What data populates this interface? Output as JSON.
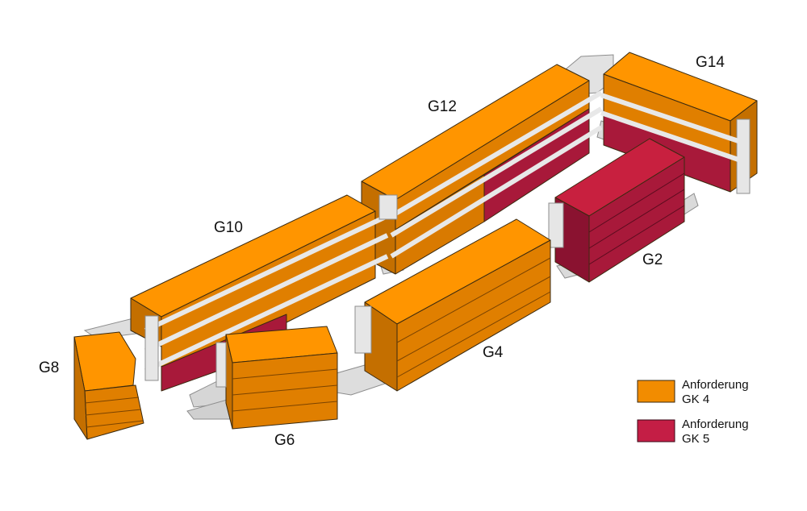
{
  "buildings": [
    {
      "id": "G2",
      "label": "G2",
      "requirement": "GK 5"
    },
    {
      "id": "G4",
      "label": "G4",
      "requirement": "GK 4"
    },
    {
      "id": "G6",
      "label": "G6",
      "requirement": "GK 4"
    },
    {
      "id": "G8",
      "label": "G8",
      "requirement": "GK 4"
    },
    {
      "id": "G10",
      "label": "G10",
      "requirement": "GK 4"
    },
    {
      "id": "G12",
      "label": "G12",
      "requirement": "GK 4"
    },
    {
      "id": "G14",
      "label": "G14",
      "requirement": "GK 4"
    }
  ],
  "legend": [
    {
      "line1": "Anforderung",
      "line2": "GK 4",
      "color": "#f28c00"
    },
    {
      "line1": "Anforderung",
      "line2": "GK 5",
      "color": "#c41e45"
    }
  ],
  "colors": {
    "gk4_top": "#ff9500",
    "gk4_front": "#e07f00",
    "gk4_side": "#c46f00",
    "gk5_top": "#c8203f",
    "gk5_front": "#a8193a",
    "gk5_side": "#8a1230",
    "deck": "#e4e4e4",
    "deck_dark": "#cfcfcf"
  }
}
